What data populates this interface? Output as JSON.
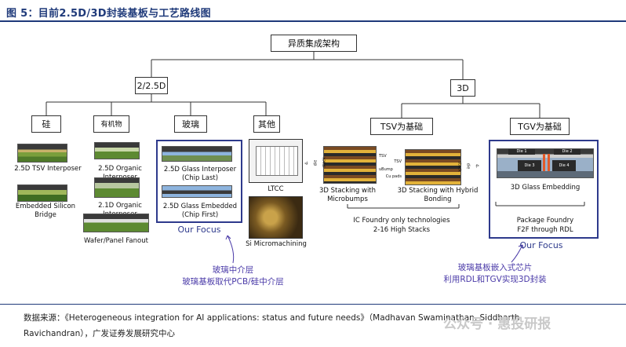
{
  "title": "图 5：目前2.5D/3D封装基板与工艺路线图",
  "diagram": {
    "root": "异质集成架构",
    "branch_25d": "2/2.5D",
    "branch_3d": "3D",
    "cat_si": "硅",
    "cat_organic": "有机物",
    "cat_glass": "玻璃",
    "cat_other": "其他",
    "cat_tsv": "TSV为基础",
    "cat_tgv": "TGV为基础",
    "si_items": [
      "2.5D TSV Interposer",
      "Embedded Silicon Bridge"
    ],
    "organic_items": [
      "2.5D Organic Interposer",
      "2.1D Organic Interposer",
      "Wafer/Panel Fanout"
    ],
    "glass_items": [
      "2.5D Glass Interposer (Chip Last)",
      "2.5D Glass Embedded (Chip First)"
    ],
    "glass_focus": "Our Focus",
    "other_items": [
      "LTCC",
      "Si Micromachining"
    ],
    "tsv_items": [
      "3D Stacking with Microbumps",
      "3D Stacking with Hybrid Bonding"
    ],
    "tsv_note_1": "IC Foundry only technologies",
    "tsv_note_2": "2-16 High Stacks",
    "tsv_side_labels": [
      "4-die stack",
      "4-die stack",
      "TSV",
      "uBump",
      "TSV",
      "Cu pads"
    ],
    "tgv_item": "3D Glass Embedding",
    "tgv_note_1": "Package Foundry",
    "tgv_note_2": "F2F through RDL",
    "tgv_focus": "Our Focus",
    "chip_labels": [
      "Die 1",
      "Die 2",
      "Die 3",
      "Die 4"
    ],
    "annot_glass": [
      "玻璃中介层",
      "玻璃基板取代PCB/硅中介层"
    ],
    "annot_tgv": [
      "玻璃基板嵌入式芯片",
      "利用RDL和TGV实现3D封装"
    ]
  },
  "source": {
    "line1": "数据来源：《Heterogeneous integration for AI applications: status and future needs》（Madhavan Swaminathan, Siddharth",
    "line2": "Ravichandran），广发证券发展研究中心"
  },
  "watermark": "公众号 · 惠投研报",
  "colors": {
    "accent": "#1f3a7a",
    "focus": "#2e3a8c",
    "annotation": "#4a3aa8"
  }
}
